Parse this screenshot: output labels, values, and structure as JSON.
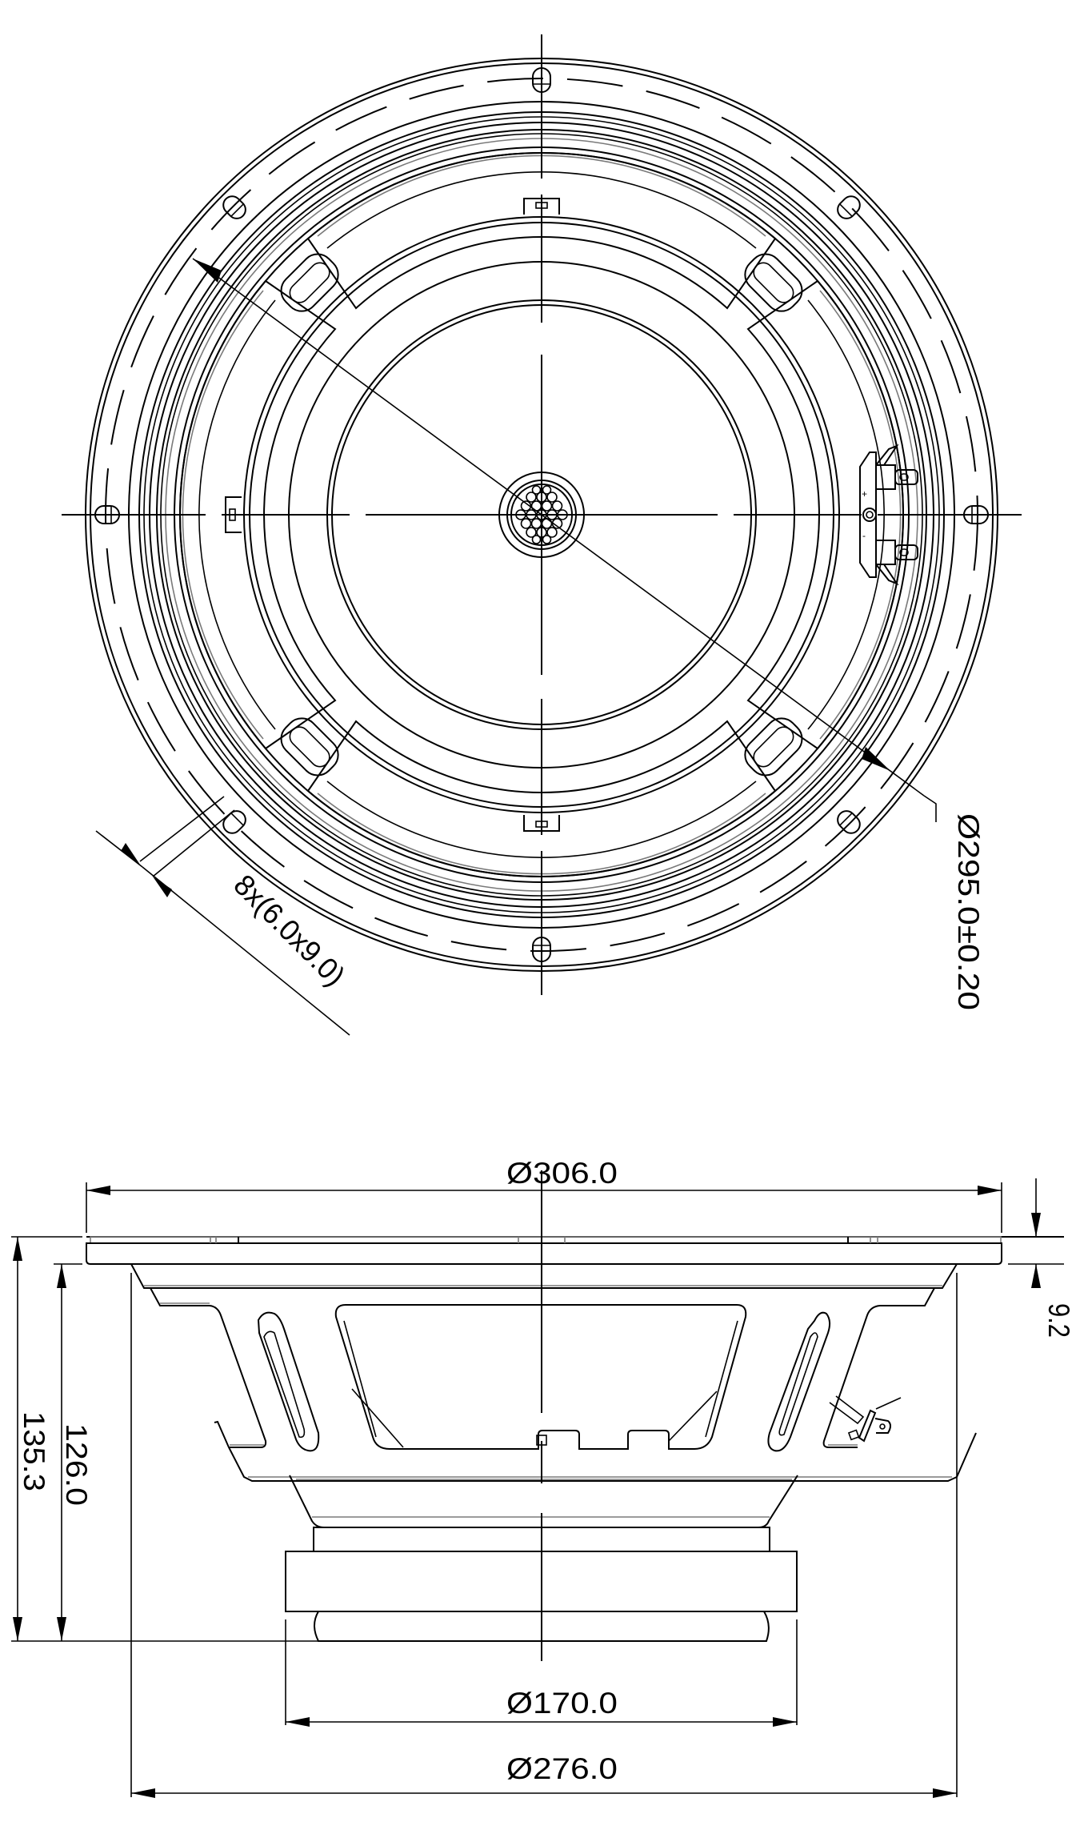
{
  "drawing": {
    "subject": "Loudspeaker mechanical drawing",
    "views": {
      "front_view": {
        "label": "front-view",
        "dimensions": {
          "bolt_circle": {
            "text": "Ø295.0±0.20",
            "value_mm": 295.0,
            "tolerance_mm": 0.2
          },
          "mounting_holes": {
            "text": "8x(6.0x9.0)",
            "count": 8,
            "width_mm": 6.0,
            "length_mm": 9.0
          }
        }
      },
      "side_view": {
        "label": "side-view",
        "dimensions": {
          "outer_diameter": {
            "text": "Ø306.0",
            "value_mm": 306.0
          },
          "baffle_cutout": {
            "text": "Ø276.0",
            "value_mm": 276.0
          },
          "magnet_diameter": {
            "text": "Ø170.0",
            "value_mm": 170.0
          },
          "total_depth": {
            "text": "135.3",
            "value_mm": 135.3
          },
          "mounting_depth": {
            "text": "126.0",
            "value_mm": 126.0
          },
          "flange_thickness": {
            "text": "9.2",
            "value_mm": 9.2
          }
        }
      }
    },
    "colors": {
      "line": "#000000",
      "hidden_line": "#7a7a7a",
      "background": "#ffffff"
    }
  }
}
